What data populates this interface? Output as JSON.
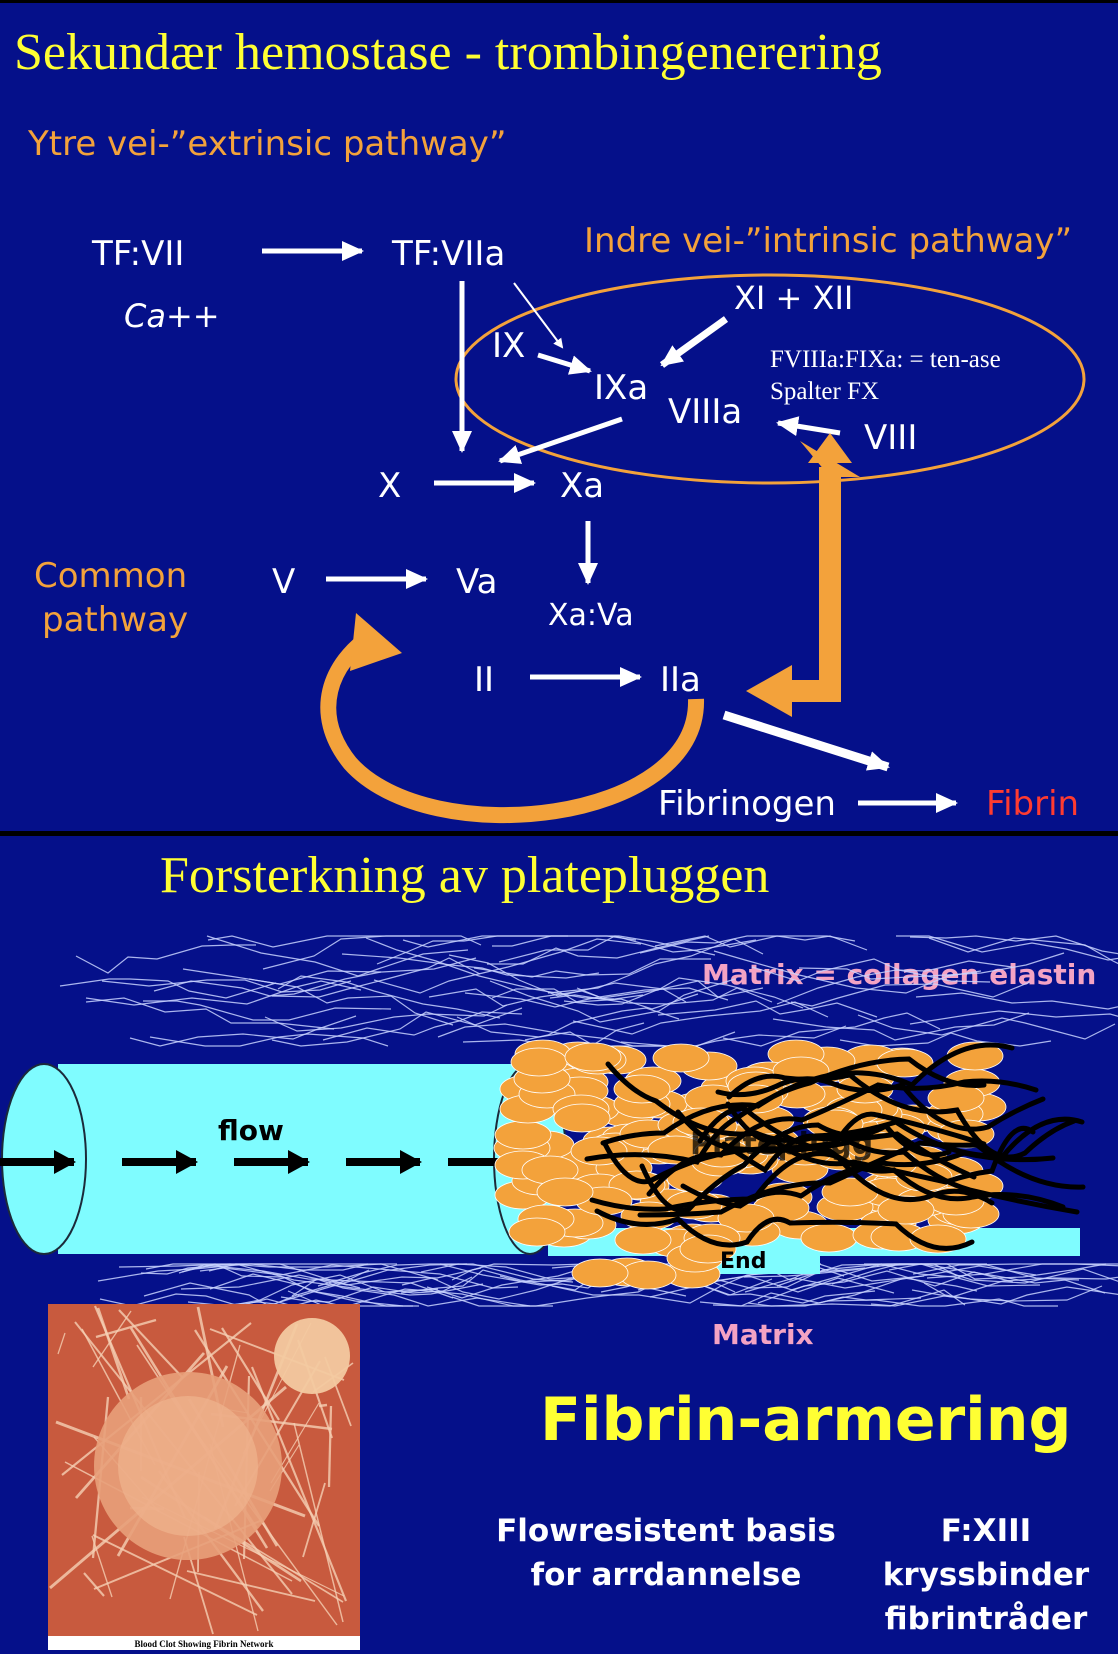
{
  "slide1": {
    "title": "Sekundær hemostase - trombingenerering",
    "extrinsic_label": "Ytre vei-”extrinsic pathway”",
    "intrinsic_label": "Indre vei-”intrinsic pathway”",
    "common_label_line1": "Common",
    "common_label_line2": "pathway",
    "nodes": {
      "tf_vii": "TF:VII",
      "ca": "Ca++",
      "tf_viia": "TF:VIIa",
      "xi_xii": "XI + XII",
      "ix": "IX",
      "ixa": "IXa",
      "viiia": "VIIIa",
      "viii": "VIII",
      "x": "X",
      "xa": "Xa",
      "v": "V",
      "va": "Va",
      "xa_va": "Xa:Va",
      "ii": "II",
      "iia": "IIa",
      "fibrinogen": "Fibrinogen",
      "fibrin": "Fibrin"
    },
    "tenase_line1": "FVIIIa:FIXa:  = ten-ase",
    "tenase_line2": "Spalter FX"
  },
  "slide2": {
    "title": "Forsterkning av platepluggen",
    "matrix_top": "Matrix = collagen elastin",
    "matrix_bottom": "Matrix",
    "flow": "flow",
    "plateplugg": "Plateplugg",
    "endo": "End",
    "photo_caption": "Blood Clot Showing Fibrin Network",
    "heading": "Fibrin-armering",
    "left_text_line1": "Flowresistent basis",
    "left_text_line2": "for arrdannelse",
    "right_text_line1": "F:XIII",
    "right_text_line2": "kryssbinder",
    "right_text_line3": "fibrintråder"
  },
  "colors": {
    "background": "#05108a",
    "title": "#ffff33",
    "orange": "#f3a23b",
    "fibrin_red": "#ff3b30",
    "vessel": "#7ffcff",
    "matrix_pink": "#f4a3c4"
  }
}
